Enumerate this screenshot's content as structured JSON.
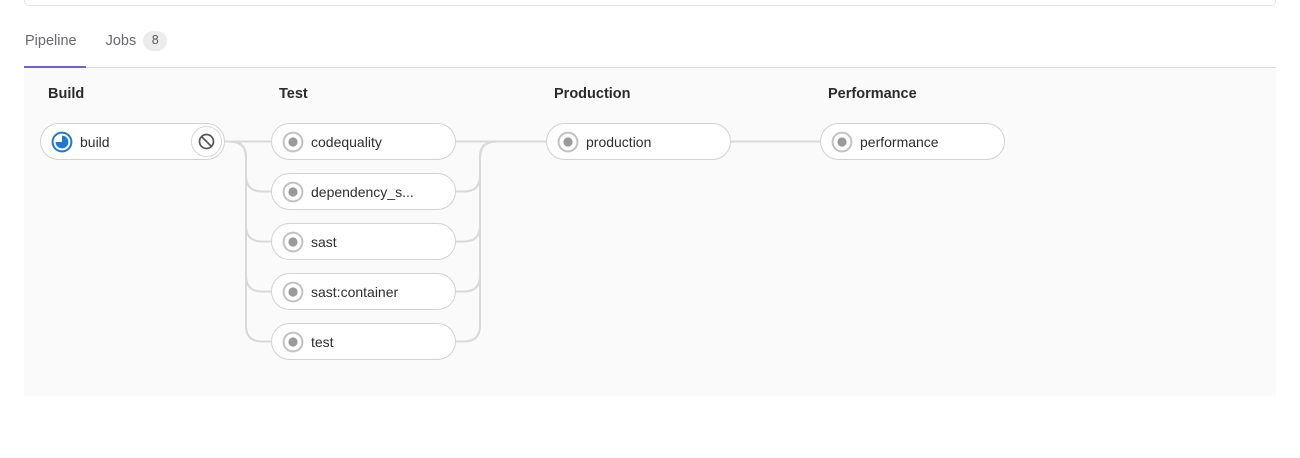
{
  "tabs": {
    "pipeline": {
      "label": "Pipeline",
      "active": true
    },
    "jobs": {
      "label": "Jobs",
      "count": "8",
      "active": false
    }
  },
  "pipeline_graph": {
    "stages": [
      {
        "name": "Build",
        "jobs": [
          {
            "name": "build",
            "status": "running",
            "action": "cancel"
          }
        ]
      },
      {
        "name": "Test",
        "jobs": [
          {
            "name": "codequality",
            "status": "created"
          },
          {
            "name": "dependency_s...",
            "status": "created"
          },
          {
            "name": "sast",
            "status": "created"
          },
          {
            "name": "sast:container",
            "status": "created"
          },
          {
            "name": "test",
            "status": "created"
          }
        ]
      },
      {
        "name": "Production",
        "jobs": [
          {
            "name": "production",
            "status": "created"
          }
        ]
      },
      {
        "name": "Performance",
        "jobs": [
          {
            "name": "performance",
            "status": "created"
          }
        ]
      }
    ]
  },
  "colors": {
    "tab_active_underline": "#6666c4",
    "status_running_blue": "#1f78d1",
    "status_created_ring": "#c2c2c2",
    "status_created_dot": "#9a9a9a",
    "cancel_icon_gray": "#565656",
    "connector_line": "#d9d9d9",
    "graph_background": "#fafafa"
  },
  "icons": {
    "running": "running-status-icon",
    "created": "created-status-icon",
    "cancel": "ban-icon"
  }
}
